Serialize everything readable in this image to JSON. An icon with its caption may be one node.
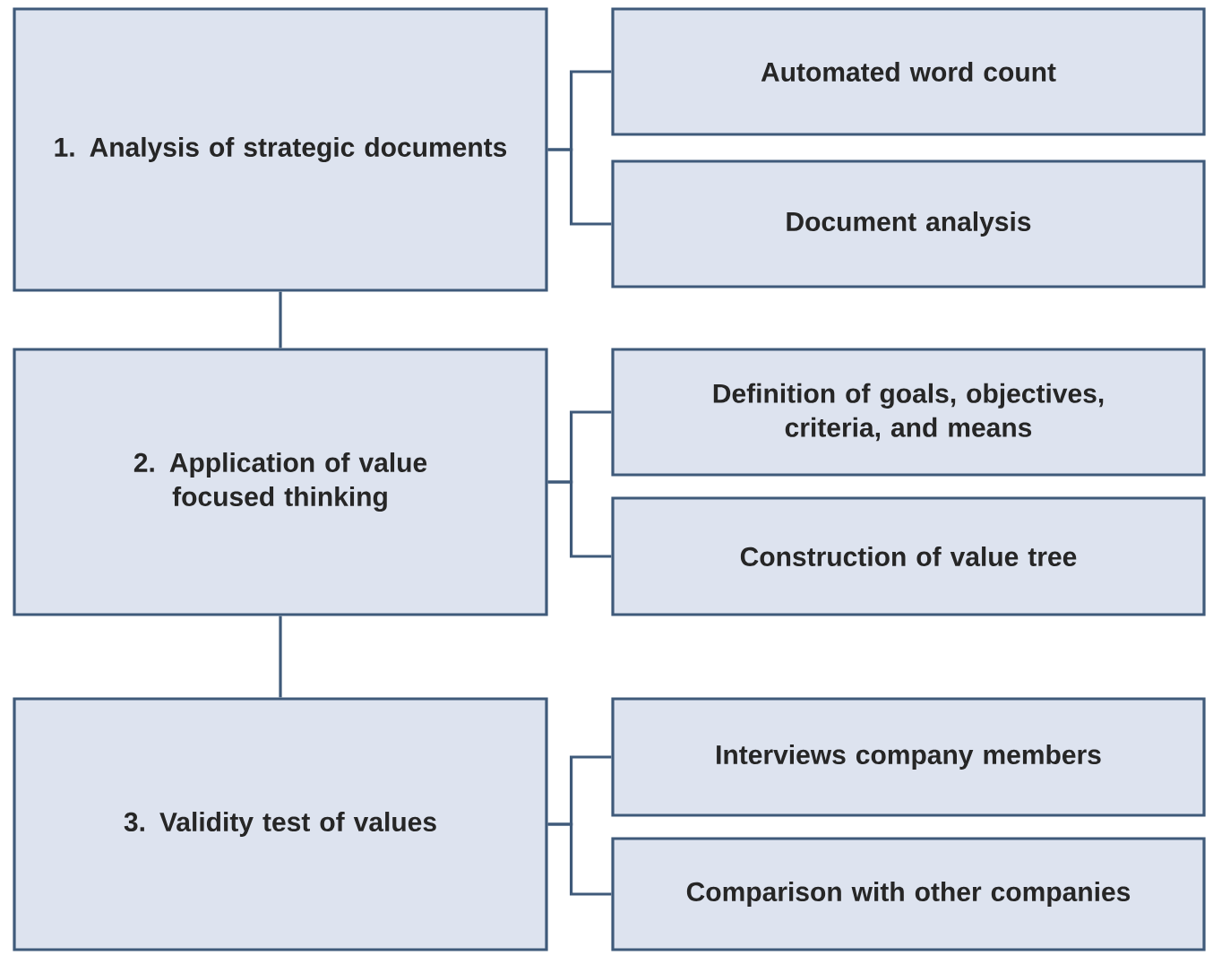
{
  "diagram": {
    "nodes": [
      {
        "text": [
          "1. Analysis of strategic documents"
        ]
      },
      {
        "text": [
          "Automated word count"
        ]
      },
      {
        "text": [
          "Document analysis"
        ]
      },
      {
        "text": [
          "2. Application of value focused thinking"
        ]
      },
      {
        "text": [
          "Definition of goals, objectives, criteria, and means"
        ]
      },
      {
        "text": [
          "Construction of value tree"
        ]
      },
      {
        "text": [
          "3. Validity test of values"
        ]
      },
      {
        "text": [
          "Interviews company members"
        ]
      },
      {
        "text": [
          "Comparison with other companies"
        ]
      }
    ],
    "edges": [
      {
        "from": 0,
        "to": 1,
        "arrow": "none"
      },
      {
        "from": 0,
        "to": 2,
        "arrow": "none"
      },
      {
        "from": 0,
        "to": 3,
        "arrow": "none"
      },
      {
        "from": 3,
        "to": 4,
        "arrow": "none"
      },
      {
        "from": 3,
        "to": 5,
        "arrow": "none"
      },
      {
        "from": 3,
        "to": 6,
        "arrow": "none"
      },
      {
        "from": 6,
        "to": 7,
        "arrow": "none"
      },
      {
        "from": 6,
        "to": 8,
        "arrow": "none"
      }
    ]
  }
}
